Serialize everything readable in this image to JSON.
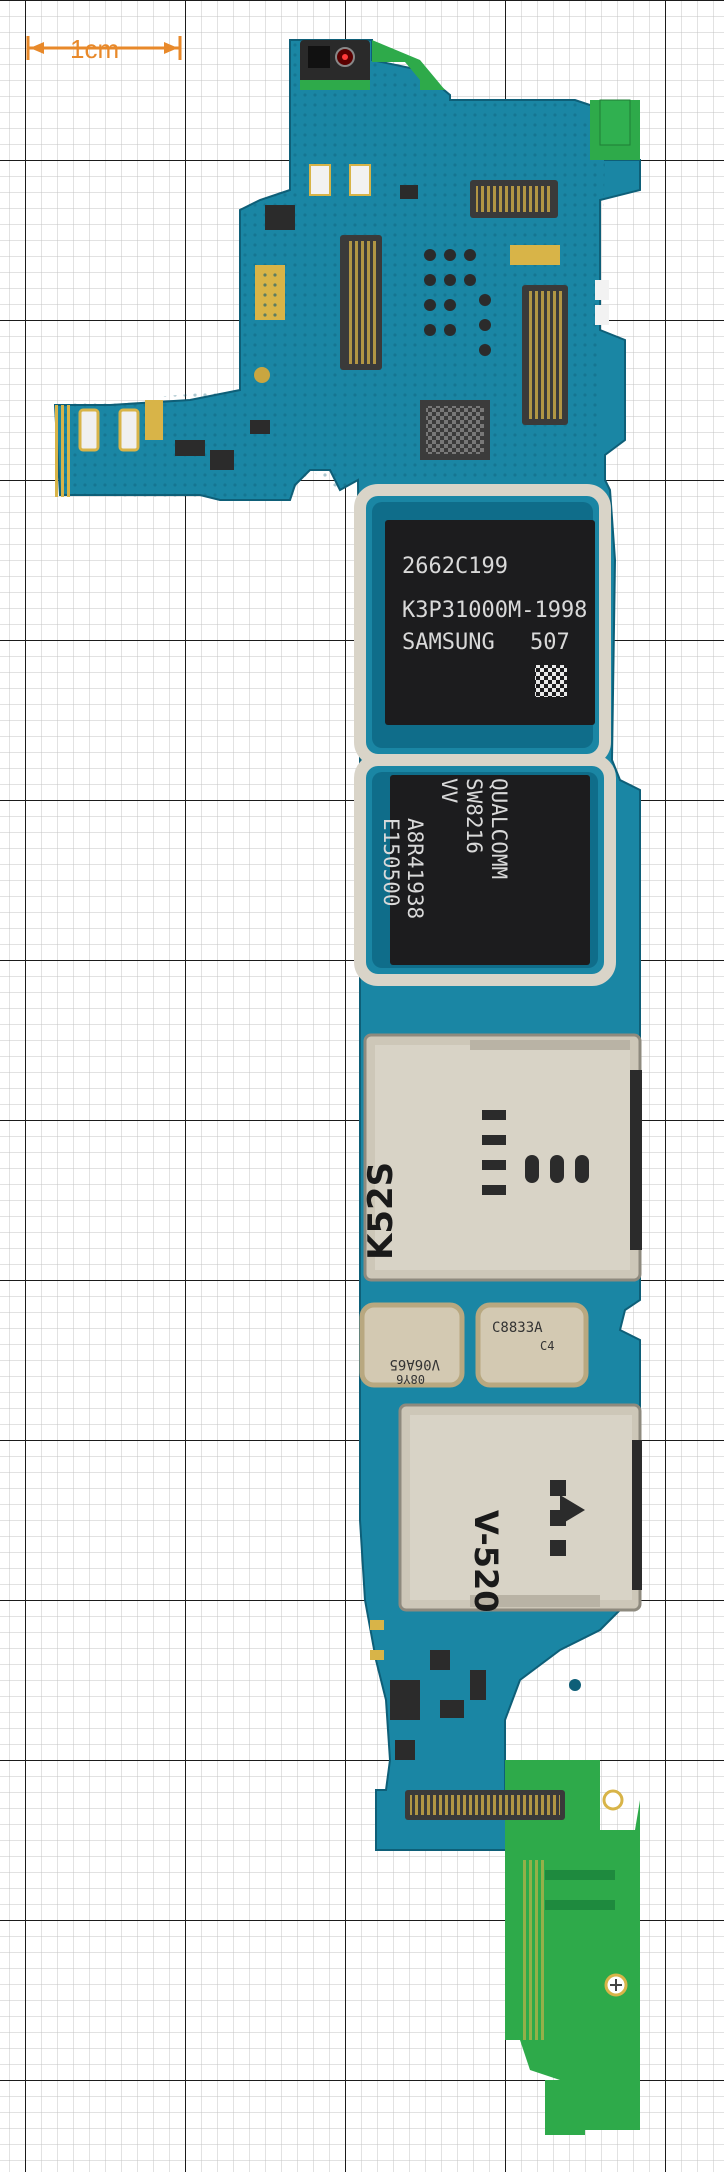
{
  "scale": {
    "label": "1cm"
  },
  "chips": {
    "memory": {
      "lines": [
        "2662C199",
        "K3P31000M-1998",
        "SAMSUNG",
        "507"
      ]
    },
    "qualcomm": {
      "lines": [
        "QUALCOMM",
        "SW8216",
        "VV",
        "A8R41938",
        "E150500"
      ]
    }
  },
  "sim_trays": {
    "upper": "K52S",
    "lower": "V-520"
  },
  "crystals": {
    "left": "V06A65",
    "left_sub": "08Y6",
    "right": "C8833A",
    "right_sub": "C4"
  },
  "colors": {
    "pcb": "#1a86a4",
    "pcb_dark": "#0f6d8a",
    "flex": "#2eaa4a",
    "gold": "#d8b448",
    "shield": "#d9d4c8",
    "chip": "#1c1c1e",
    "grid_major": "#1b1b1b",
    "grid_minor": "#b7b7b7",
    "scale": "#e8892a"
  }
}
